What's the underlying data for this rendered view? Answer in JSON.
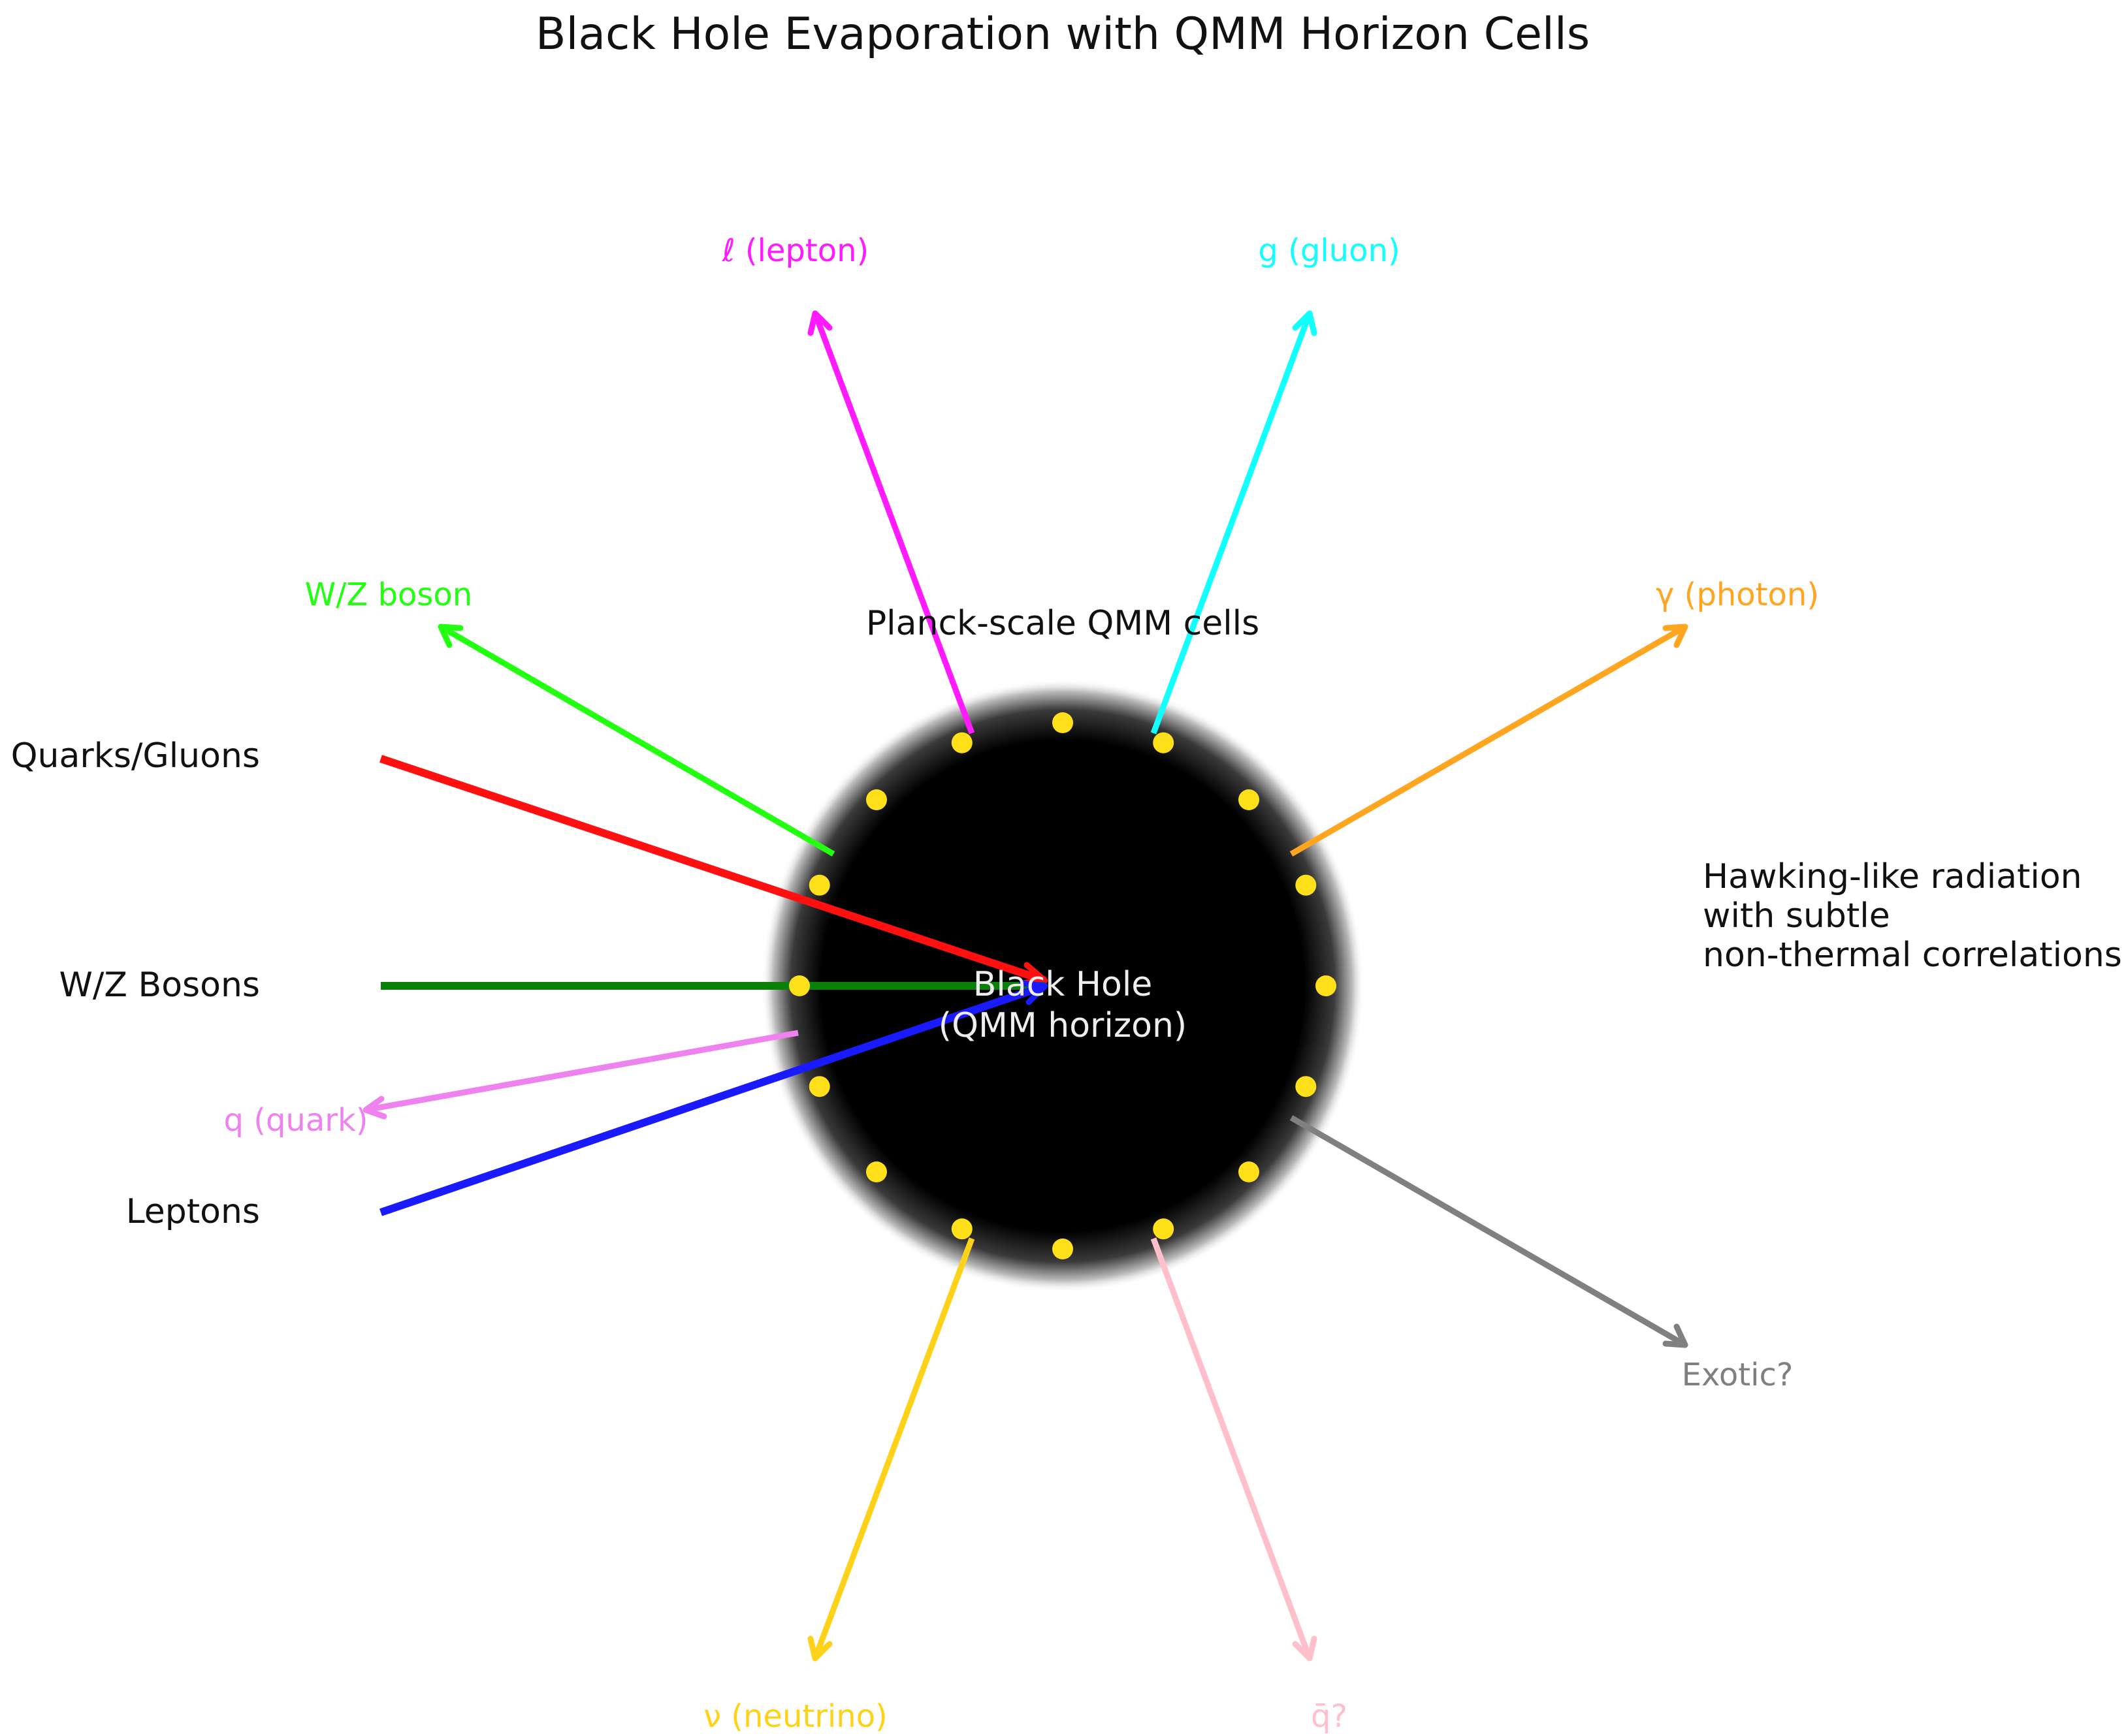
{
  "title": "Black Hole Evaporation with QMM Horizon Cells",
  "black_hole": {
    "label_line1": "Black Hole",
    "label_line2": "(QMM horizon)",
    "cells_label": "Planck-scale QMM cells",
    "cell_count": 16,
    "cell_color": "#FFE01A",
    "core_color": "#000000"
  },
  "infalling": [
    {
      "label": "Quarks/Gluons",
      "color": "#FF1010"
    },
    {
      "label": "W/Z Bosons",
      "color": "#0A7F0A"
    },
    {
      "label": "Leptons",
      "color": "#1A1AFF"
    }
  ],
  "emitted": [
    {
      "label": "ℓ (lepton)",
      "color": "#FF1AFF",
      "icon": "arrow-out"
    },
    {
      "label": "g (gluon)",
      "color": "#10FFFF",
      "icon": "arrow-out"
    },
    {
      "label": "W/Z boson",
      "color": "#22FF10",
      "icon": "arrow-out"
    },
    {
      "label": "γ (photon)",
      "color": "#FFA520",
      "icon": "arrow-out"
    },
    {
      "label": "q (quark)",
      "color": "#EE82EE",
      "icon": "arrow-out"
    },
    {
      "label": "Exotic?",
      "color": "#808080",
      "icon": "arrow-out"
    },
    {
      "label": "ν (neutrino)",
      "color": "#FFD21A",
      "icon": "arrow-out"
    },
    {
      "label": "q̄?",
      "color": "#FFC0CB",
      "icon": "arrow-out"
    }
  ],
  "note": {
    "line1": "Hawking-like radiation",
    "line2": "with subtle",
    "line3": "non-thermal correlations"
  }
}
